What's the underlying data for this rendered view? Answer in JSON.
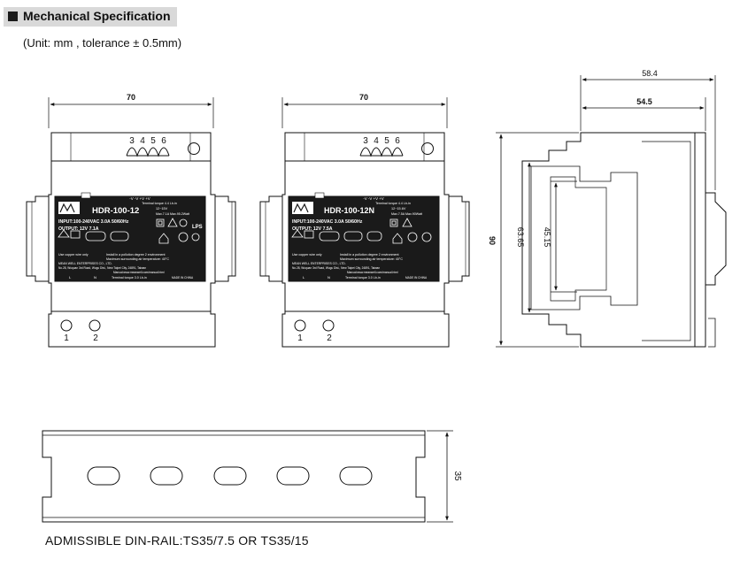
{
  "header": {
    "title": "Mechanical Specification",
    "unit_note": "(Unit: mm , tolerance ± 0.5mm)"
  },
  "front_views": [
    {
      "model": "HDR-100-12",
      "width_dim": "70",
      "terminals_top": [
        "3",
        "4",
        "5",
        "6"
      ],
      "terminals_bottom": [
        "1",
        "2"
      ],
      "terminal_top_labels": "-V  -V  +V  +V",
      "torque_top": "Terminal torque 4.4 Lb-in",
      "v_range": "12~15V",
      "rating": "Max.7.1A  Max.95.2Watt",
      "input": "INPUT:100-240VAC 3.0A 50/60Hz",
      "output": "OUTPUT: 12V 7.1A",
      "copper_note": "Use copper wire only",
      "temp_note": "Maximum surrounding air temperature: 40°C",
      "pollution_note": "Install in a pollution degree 2 environment",
      "company": "MEAN WELL ENTERPRISES CO., LTD.",
      "address": "No.28, Wuquan 3rd Road, Wugu Dist., New Taipei City, 24891, Taiwan",
      "manual": "Manual:www.meanwell.com/manual.html",
      "bottom_L": "L",
      "bottom_N": "N",
      "torque_bottom": "Terminal torque 3.0 Lb-in",
      "made_in": "MADE IN CHINA",
      "lps": "LPS"
    },
    {
      "model": "HDR-100-12N",
      "width_dim": "70",
      "terminals_top": [
        "3",
        "4",
        "5",
        "6"
      ],
      "terminals_bottom": [
        "1",
        "2"
      ],
      "terminal_top_labels": "-V  -V  +V  +V",
      "torque_top": "Terminal torque 4.4 Lb-in",
      "v_range": "12~15.6V",
      "rating": "Max.7.5A  Max.90Watt",
      "input": "INPUT:100-240VAC 3.0A 50/60Hz",
      "output": "OUTPUT: 12V 7.5A",
      "copper_note": "Use copper wire only",
      "temp_note": "Maximum surrounding air temperature: 40°C",
      "pollution_note": "Install in a pollution degree 2 environment",
      "company": "MEAN WELL ENTERPRISES CO., LTD.",
      "address": "No.28, Wuquan 3rd Road, Wugu Dist., New Taipei City, 24891, Taiwan",
      "manual": "Manual:www.meanwell.com/manual.html",
      "bottom_L": "L",
      "bottom_N": "N",
      "torque_bottom": "Terminal torque 3.0 Lb-in",
      "made_in": "MADE IN CHINA"
    }
  ],
  "side_view": {
    "depth_total": "58.4",
    "depth_body": "54.5",
    "height_total": "90",
    "height_mid": "63.65",
    "height_inner": "45.15"
  },
  "din_rail": {
    "height_dim": "35",
    "caption": "ADMISSIBLE DIN-RAIL:TS35/7.5 OR TS35/15"
  }
}
